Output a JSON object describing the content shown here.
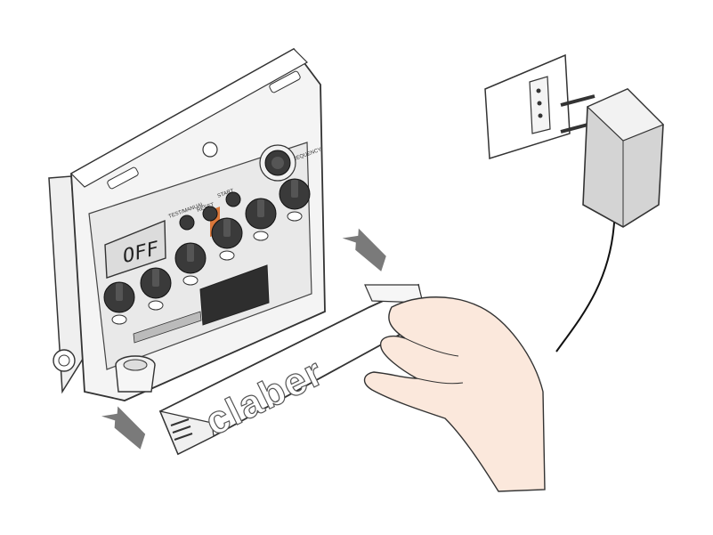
{
  "display": {
    "text": "OFF"
  },
  "panel_labels": {
    "test_manual": "TEST/MANUAL",
    "reset": "RESET",
    "start": "START",
    "frequency": "FREQUENCY"
  },
  "cover": {
    "brand": "claber"
  },
  "colors": {
    "arrow": "#7a7a7a",
    "knob": "#3a3a3a",
    "battery_accent": "#d9773a",
    "skin": "#fbe8dc"
  },
  "icons": [
    "left-arrow-icon",
    "plug-icon",
    "hand-icon"
  ]
}
